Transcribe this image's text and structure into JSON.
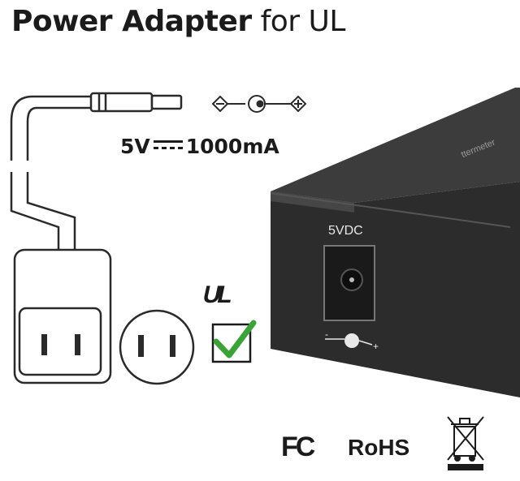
{
  "title": {
    "bold": "Power Adapter",
    "rest": "for UL"
  },
  "spec": {
    "voltage": "5V",
    "current": "1000mA"
  },
  "device": {
    "port_label": "5VDC",
    "brand_text": "ttermeter"
  },
  "certifications": {
    "ul": "UL",
    "fc": "FC",
    "rohs": "RoHS"
  },
  "icons": [
    "dc-plug-icon",
    "polarity-icon",
    "wall-adapter-icon",
    "us-outlet-icon",
    "checkmark-icon",
    "ul-logo-icon",
    "fc-logo-icon",
    "weee-bin-icon"
  ],
  "colors": {
    "device": "#2e2e2e",
    "check": "#3aa335",
    "text": "#1b1b1b"
  }
}
